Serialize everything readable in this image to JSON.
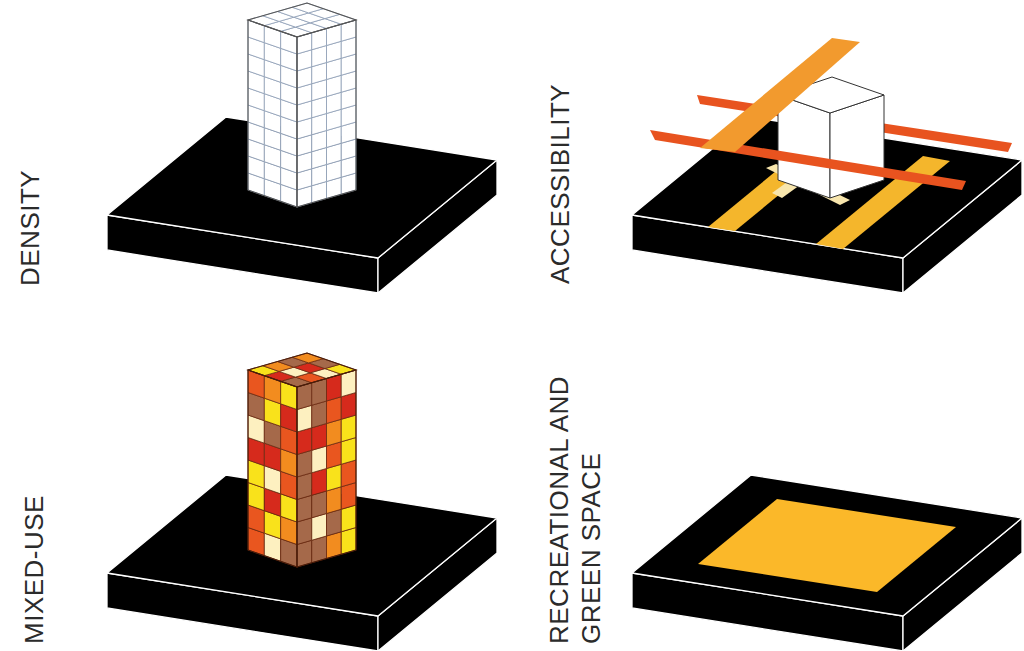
{
  "diagram": {
    "labels": [
      "DENSITY",
      "ACCESSIBILITY",
      "MIXED-USE",
      "RECREATIONAL AND GREEN SPACE"
    ]
  }
}
